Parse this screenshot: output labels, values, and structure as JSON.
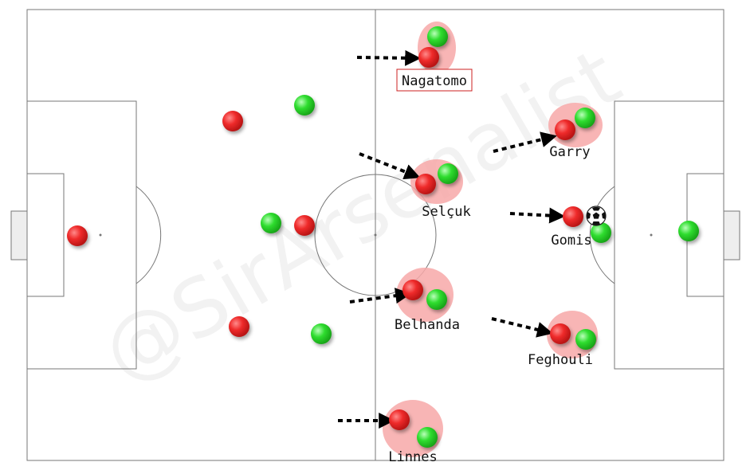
{
  "watermark": "@SirArsenalist",
  "colors": {
    "pitch_line": "#777777",
    "red_player": "#ef2b2b",
    "green_player": "#2fdd2f",
    "highlight": "#f7a8a8",
    "arrow": "#000000",
    "box_border": "#cc2222"
  },
  "labels": {
    "nagatomo": "Nagatomo",
    "garry": "Garry",
    "selcuk": "Selçuk",
    "gomis": "Gomis",
    "belhanda": "Belhanda",
    "feghouli": "Feghouli",
    "linnes": "Linnes"
  },
  "icons": {
    "ball": "soccer-ball-icon",
    "arrow": "dashed-arrow-icon"
  }
}
